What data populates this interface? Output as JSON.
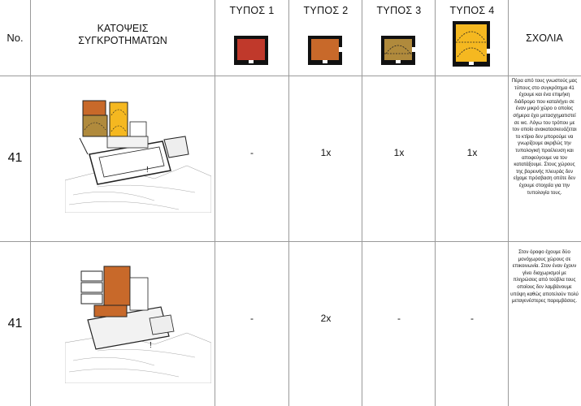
{
  "header": {
    "no_label": "No.",
    "plans_line1": "ΚΑΤΟΨΕΙΣ",
    "plans_line2": "ΣΥΓΚΡΟΤΗΜΑΤΩΝ",
    "types": [
      {
        "label": "ΤΥΠΟΣ 1",
        "color": "#c0392b"
      },
      {
        "label": "ΤΥΠΟΣ 2",
        "color": "#c8692a"
      },
      {
        "label": "ΤΥΠΟΣ 3",
        "color": "#b08a3c"
      },
      {
        "label": "ΤΥΠΟΣ 4",
        "color": "#f5b820"
      }
    ],
    "notes_label": "ΣΧΟΛΙΑ"
  },
  "rows": [
    {
      "number": "41",
      "values": [
        "-",
        "1x",
        "1x",
        "1x"
      ],
      "note": "Πέρα από τους γνωστούς μας τύπους στο συγκρότημα 41 έχουμε και ένα επιμήκη διάδρομο που καταλήγει σε έναν μικρό χώρο ο οποίος σήμερα έχει μετασχηματιστεί σε wc. Λόγω του τρόπου με τον οποίο ανακατασκευάζεται το κτίριο δεν μπορούμε να γνωρίζουμε ακριβώς την τυπολογική προέλευση και αποφεύγουμε να τον κατατάξουμε. Στους χώρους της βορεινής πλευράς δεν είχαμε πρόσβαση οπότε δεν έχουμε στοιχεία για την τυπολογία τους."
    },
    {
      "number": "41",
      "values": [
        "-",
        "2x",
        "-",
        "-"
      ],
      "note": "Στον όροφο έχουμε δύο μονόχωρους χώρους σε επικοινωνία. Στον έναν έχουν γίνει διαχωρισμοί με πληρώσεις από τούβλα τους οποίους δεν λαμβάνουμε υπόψη καθώς αποτελούν πολύ μεταγενέστερες παρεμβάσεις."
    }
  ]
}
